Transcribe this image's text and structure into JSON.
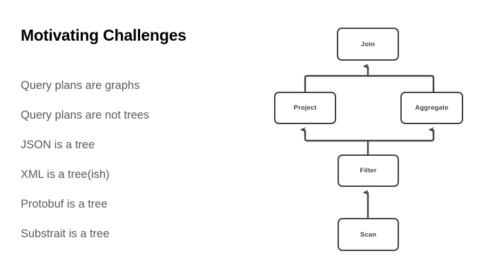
{
  "slide": {
    "title": "Motivating Challenges",
    "bullets": [
      "Query plans are graphs",
      "Query plans are not trees",
      "JSON is a tree",
      "XML is a tree(ish)",
      "Protobuf is a tree",
      "Substrait is a tree"
    ]
  },
  "diagram": {
    "type": "flow-graph",
    "nodes": [
      {
        "id": "join",
        "label": "Join"
      },
      {
        "id": "project",
        "label": "Project"
      },
      {
        "id": "aggregate",
        "label": "Aggregate"
      },
      {
        "id": "filter",
        "label": "Filter"
      },
      {
        "id": "scan",
        "label": "Scan"
      }
    ],
    "edges": [
      {
        "from": "project",
        "to": "join"
      },
      {
        "from": "aggregate",
        "to": "join"
      },
      {
        "from": "filter",
        "to": "project"
      },
      {
        "from": "filter",
        "to": "aggregate"
      },
      {
        "from": "scan",
        "to": "filter"
      }
    ]
  },
  "colors": {
    "background": "#ffffff",
    "title_text": "#000000",
    "body_text": "#5a5a5c",
    "node_stroke": "#3f4144",
    "node_fill": "#ffffff",
    "edge_stroke": "#3f4144"
  }
}
